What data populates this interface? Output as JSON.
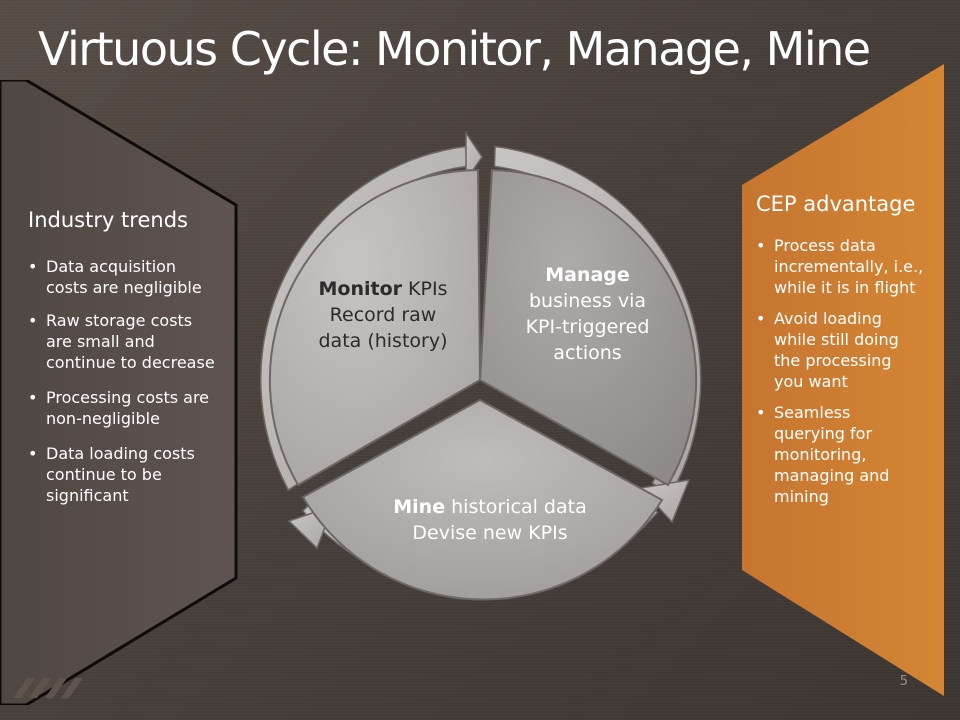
{
  "slide": {
    "title": "Virtuous Cycle: Monitor, Manage, Mine",
    "page_number": "5"
  },
  "left_panel": {
    "heading": "Industry trends",
    "bullets": [
      "Data acquisition costs are negligible",
      "Raw storage costs are small and continue to decrease",
      "Processing costs are non-negligible",
      "Data loading costs continue to be significant"
    ]
  },
  "right_panel": {
    "heading": "CEP advantage",
    "bullets": [
      "Process data incrementally, i.e., while it is in flight",
      "Avoid loading while still doing the processing you want",
      "Seamless querying for monitoring, managing and mining"
    ]
  },
  "cycle": {
    "monitor": {
      "bold": "Monitor",
      "rest": " KPIs",
      "line2": "Record raw",
      "line3": "data (history)"
    },
    "manage": {
      "bold": "Manage",
      "line2": "business via",
      "line3": "KPI-triggered",
      "line4": "actions"
    },
    "mine": {
      "bold": "Mine",
      "rest": " historical data",
      "line2": "Devise new KPIs"
    }
  },
  "colors": {
    "background": "#4a423d",
    "left_panel": "#574e49",
    "right_panel": "#cf7e32",
    "segment_monitor": "#b8b4b1",
    "segment_manage": "#9b9795",
    "segment_mine": "#b0aca9"
  }
}
